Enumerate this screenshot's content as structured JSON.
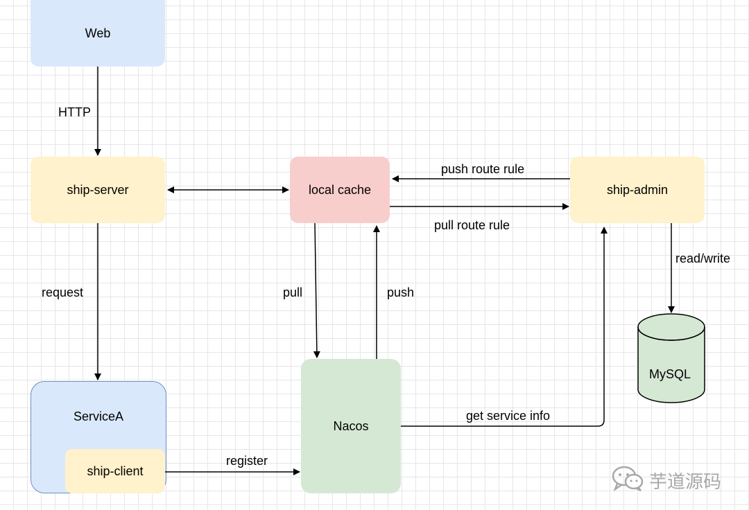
{
  "nodes": {
    "web": "Web",
    "ship_server": "ship-server",
    "local_cache": "local cache",
    "ship_admin": "ship-admin",
    "service_a": "ServiceA",
    "ship_client": "ship-client",
    "nacos": "Nacos",
    "mysql": "MySQL"
  },
  "edges": {
    "http": "HTTP",
    "request": "request",
    "push_route_rule": "push route rule",
    "pull_route_rule": "pull route rule",
    "pull": "pull",
    "push": "push",
    "read_write": "read/write",
    "get_service_info": "get service info",
    "register": "register"
  },
  "watermark": {
    "text": "芋道源码",
    "icon": "wechat-icon"
  },
  "colors": {
    "blue_fill": "#dae8fc",
    "yellow_fill": "#fff2cc",
    "red_fill": "#f8cecc",
    "green_fill": "#d5e8d4",
    "servicea_stroke": "#6c8ebf",
    "mysql_stroke": "#000000"
  }
}
